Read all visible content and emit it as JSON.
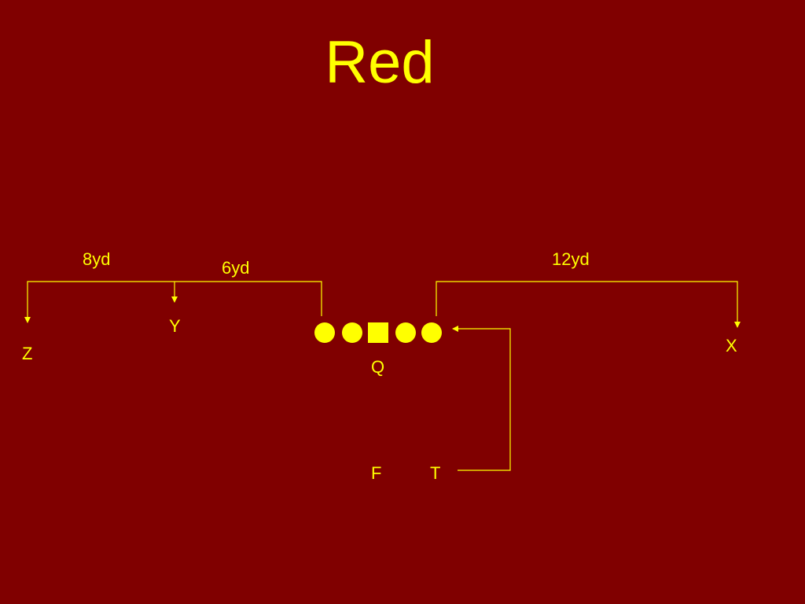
{
  "slide": {
    "title": "Red",
    "background_color": "#800000",
    "accent_color": "#FFFF00"
  },
  "routes": {
    "distance_8": "8yd",
    "distance_6": "6yd",
    "distance_12": "12yd"
  },
  "players": {
    "z": "Z",
    "y": "Y",
    "q": "Q",
    "x": "X",
    "f": "F",
    "t": "T"
  },
  "line": {
    "shapes": [
      "circle",
      "circle",
      "square",
      "circle",
      "circle"
    ]
  }
}
